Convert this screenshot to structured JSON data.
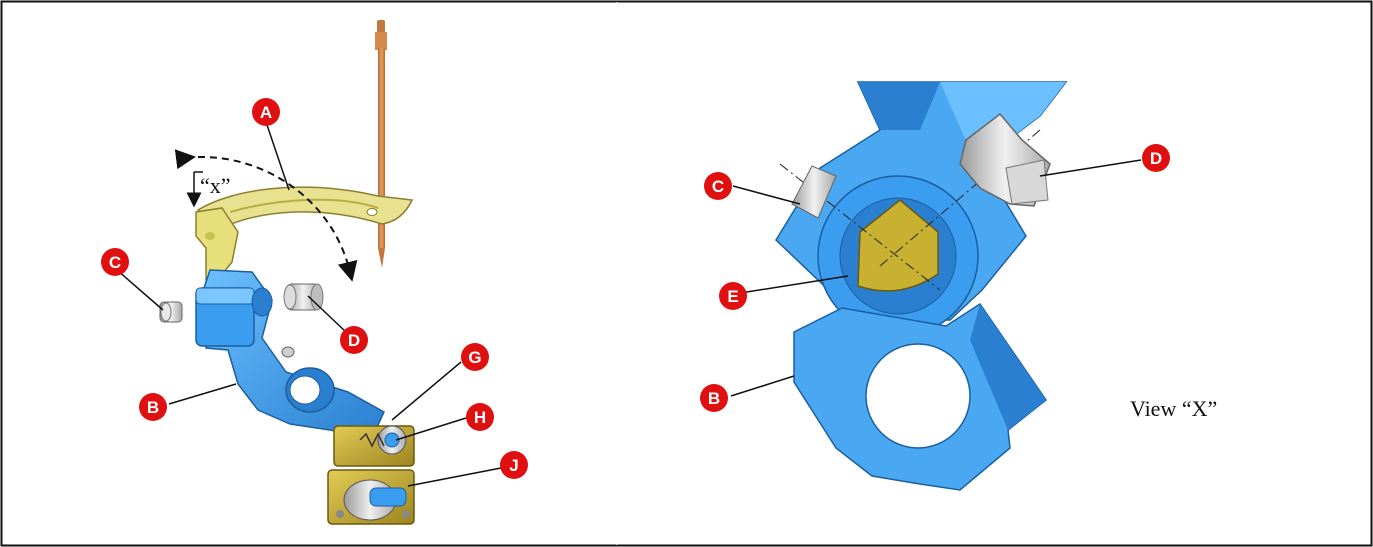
{
  "figure": {
    "left_view": {
      "view_marker": "“x”",
      "callouts": [
        "A",
        "B",
        "C",
        "D",
        "G",
        "H",
        "J"
      ]
    },
    "right_view": {
      "caption": "View “X”",
      "callouts": [
        "B",
        "C",
        "D",
        "E"
      ]
    }
  },
  "colors": {
    "callout_fill": "#e01010",
    "blue_part": "#3a9df0",
    "blue_shade": "#2a7fd0",
    "gold_part": "#c8b030",
    "yellow_part": "#e6df7a",
    "copper": "#d4884a",
    "grey_part": "#c8c8c8"
  }
}
